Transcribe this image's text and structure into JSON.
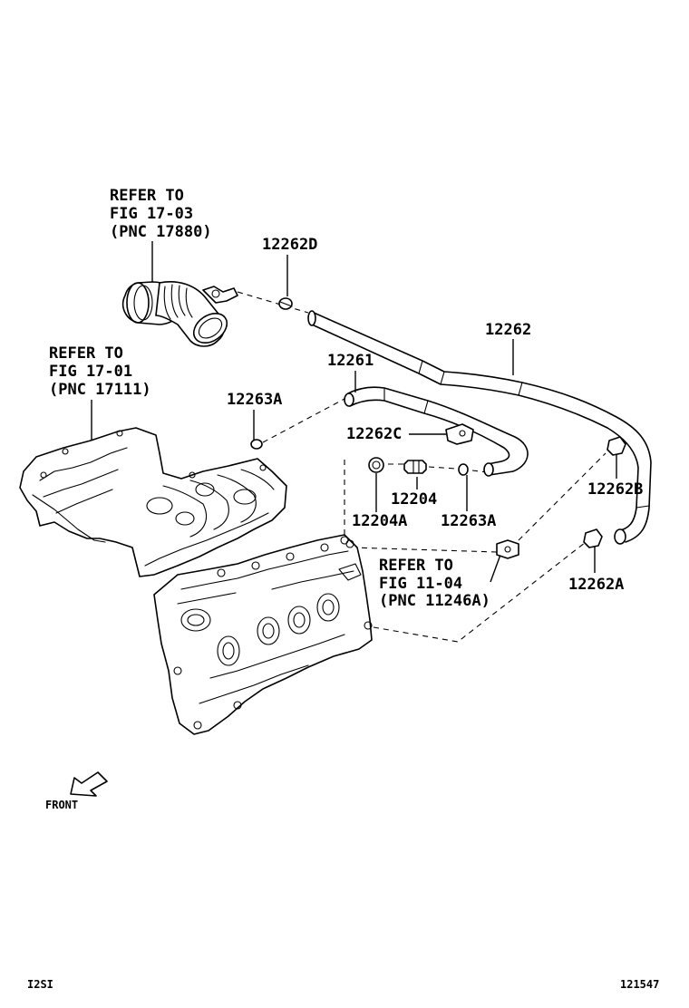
{
  "diagram": {
    "callouts": {
      "ref_1703": [
        "REFER TO",
        "FIG 17-03",
        "(PNC 17880)"
      ],
      "ref_1701": [
        "REFER TO",
        "FIG 17-01",
        "(PNC 17111)"
      ],
      "ref_1104": [
        "REFER TO",
        "FIG 11-04",
        "(PNC 11246A)"
      ]
    },
    "parts": {
      "p12262D": "12262D",
      "p12262": "12262",
      "p12261": "12261",
      "p12263A_left": "12263A",
      "p12262C": "12262C",
      "p12204": "12204",
      "p12204A": "12204A",
      "p12263A_right": "12263A",
      "p12262B": "12262B",
      "p12262A": "12262A"
    },
    "front_label": "FRONT",
    "footer": {
      "left_code": "I2SI",
      "right_code": "121547"
    }
  }
}
